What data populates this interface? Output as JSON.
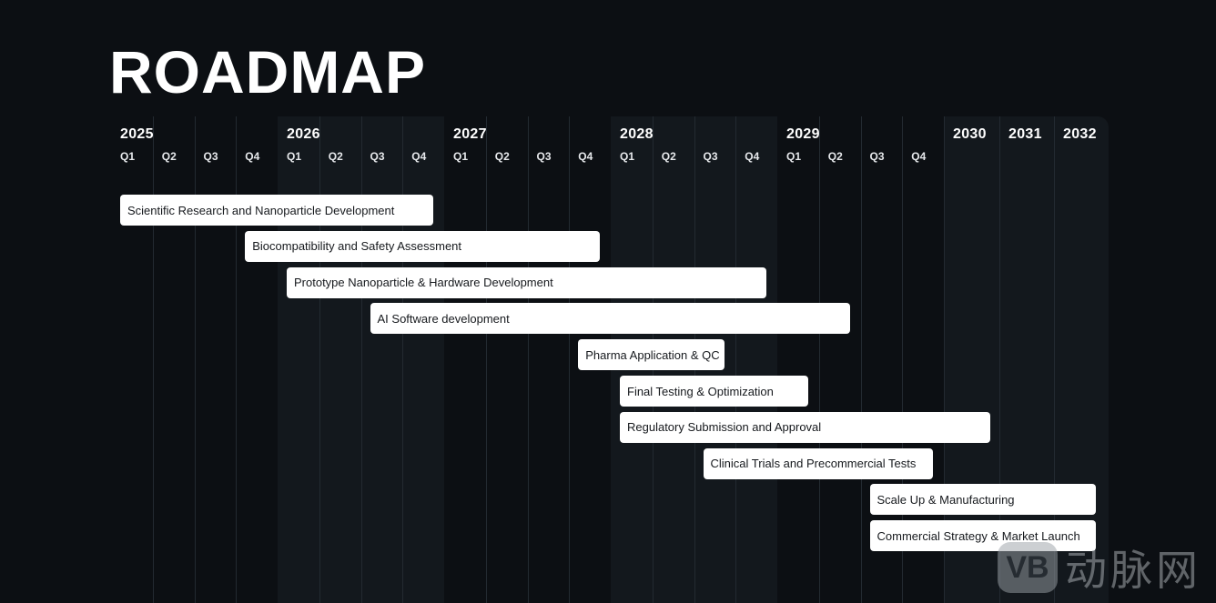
{
  "title": "ROADMAP",
  "chart_data": {
    "type": "gantt",
    "years": [
      "2025",
      "2026",
      "2027",
      "2028",
      "2029",
      "2030",
      "2031",
      "2032"
    ],
    "quarter_labels": [
      "Q1",
      "Q2",
      "Q3",
      "Q4"
    ],
    "quarter_years": [
      "2025",
      "2026",
      "2027",
      "2028",
      "2029"
    ],
    "tasks": [
      {
        "label": "Scientific Research and Nanoparticle Development",
        "start": "2025 Q1",
        "end": "2026 Q4"
      },
      {
        "label": "Biocompatibility and Safety Assessment",
        "start": "2025 Q4",
        "end": "2027 Q4"
      },
      {
        "label": "Prototype Nanoparticle & Hardware Development",
        "start": "2026 Q1",
        "end": "2028 Q4"
      },
      {
        "label": "AI Software development",
        "start": "2026 Q3",
        "end": "2029 Q2"
      },
      {
        "label": "Pharma Application & QC",
        "start": "2027 Q4",
        "end": "2028 Q3"
      },
      {
        "label": "Final Testing & Optimization",
        "start": "2028 Q1",
        "end": "2029 Q1"
      },
      {
        "label": "Regulatory Submission and Approval",
        "start": "2028 Q1",
        "end": "2030"
      },
      {
        "label": "Clinical Trials and Precommercial Tests",
        "start": "2028 Q3",
        "end": "2029 Q4"
      },
      {
        "label": "Scale Up & Manufacturing",
        "start": "2029 Q3",
        "end": "2032"
      },
      {
        "label": "Commercial Strategy & Market Launch",
        "start": "2029 Q3",
        "end": "2032"
      }
    ]
  },
  "watermark": {
    "logo_text": "VB",
    "text": "动脉网"
  }
}
